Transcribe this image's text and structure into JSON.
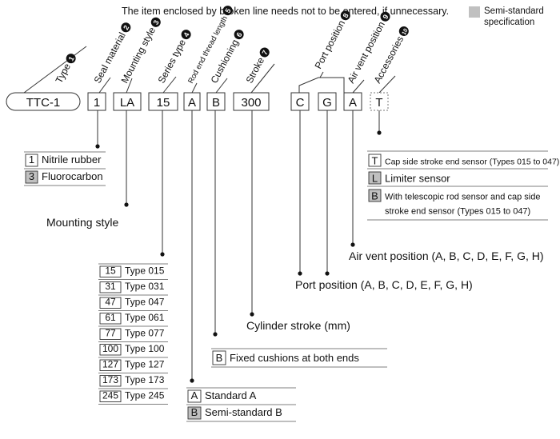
{
  "header": {
    "note": "The item enclosed by broken line needs not to be entered, if unnecessary.",
    "legend_label_line1": "Semi-standard",
    "legend_label_line2": "specification",
    "legend_color": "#c0c0c0"
  },
  "code_prefix": "TTC-1",
  "code_boxes": [
    {
      "key": "seal",
      "value": "1"
    },
    {
      "key": "mounting",
      "value": "LA"
    },
    {
      "key": "series",
      "value": "15"
    },
    {
      "key": "rod_thread",
      "value": "A"
    },
    {
      "key": "cushion",
      "value": "B"
    },
    {
      "key": "stroke",
      "value": "300"
    },
    {
      "key": "port_c",
      "value": "C"
    },
    {
      "key": "port_g",
      "value": "G"
    },
    {
      "key": "air_vent",
      "value": "A"
    },
    {
      "key": "accessory",
      "value": "T"
    }
  ],
  "fields": [
    {
      "num": "1",
      "label": "Type"
    },
    {
      "num": "2",
      "label": "Seal material"
    },
    {
      "num": "3",
      "label": "Mounting style"
    },
    {
      "num": "4",
      "label": "Series type"
    },
    {
      "num": "5",
      "label": "Rod end thread length"
    },
    {
      "num": "6",
      "label": "Cushioning"
    },
    {
      "num": "7",
      "label": "Stroke"
    },
    {
      "num": "8",
      "label": "Port position"
    },
    {
      "num": "9",
      "label": "Air vent position"
    },
    {
      "num": "10",
      "label": "Accessories"
    }
  ],
  "seal_options": [
    {
      "code": "1",
      "text": "Nitrile rubber",
      "semi": false
    },
    {
      "code": "3",
      "text": "Fluorocarbon",
      "semi": true
    }
  ],
  "mounting_label": "Mounting style",
  "series_options": [
    {
      "code": "15",
      "text": "Type 015"
    },
    {
      "code": "31",
      "text": "Type 031"
    },
    {
      "code": "47",
      "text": "Type 047"
    },
    {
      "code": "61",
      "text": "Type 061"
    },
    {
      "code": "77",
      "text": "Type 077"
    },
    {
      "code": "100",
      "text": "Type 100"
    },
    {
      "code": "127",
      "text": "Type 127"
    },
    {
      "code": "173",
      "text": "Type 173"
    },
    {
      "code": "245",
      "text": "Type 245"
    }
  ],
  "rod_thread_options": [
    {
      "code": "A",
      "text": "Standard A",
      "semi": false
    },
    {
      "code": "B",
      "text": "Semi-standard B",
      "semi": true
    }
  ],
  "cushion_options": [
    {
      "code": "B",
      "text": "Fixed cushions at both ends"
    }
  ],
  "stroke_label": "Cylinder stroke (mm)",
  "port_label": "Port position (A, B, C, D, E, F, G, H)",
  "air_vent_label": "Air vent position (A, B, C, D, E, F, G, H)",
  "accessory_options": [
    {
      "code": "T",
      "lines": [
        "Cap side stroke end sensor (Types 015 to 047)"
      ],
      "semi": false
    },
    {
      "code": "L",
      "lines": [
        "Limiter sensor"
      ],
      "semi": true
    },
    {
      "code": "B",
      "lines": [
        "With telescopic rod sensor and cap side",
        "stroke end sensor (Types 015 to 047)"
      ],
      "semi": true
    }
  ]
}
